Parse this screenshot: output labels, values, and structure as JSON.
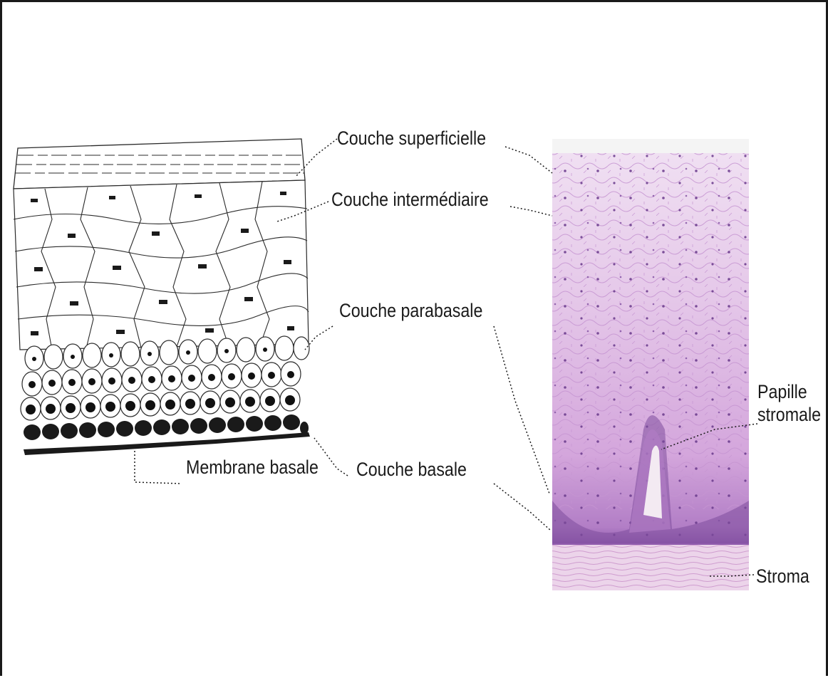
{
  "labels": {
    "superficial_layer": "Couche superficielle",
    "intermediate_layer": "Couche intermédiaire",
    "parabasal_layer": "Couche parabasale",
    "basal_layer": "Couche basale",
    "basement_membrane": "Membrane basale",
    "stromal_papilla_line1": "Papille",
    "stromal_papilla_line2": "stromale",
    "stroma": "Stroma"
  },
  "colors": {
    "ink": "#1a1a1a",
    "tissue_pink": "#e2c0e6",
    "tissue_deep": "#b27ec6",
    "basal_purple": "#7d4c9c",
    "stroma_pink": "#ecd4ea"
  }
}
